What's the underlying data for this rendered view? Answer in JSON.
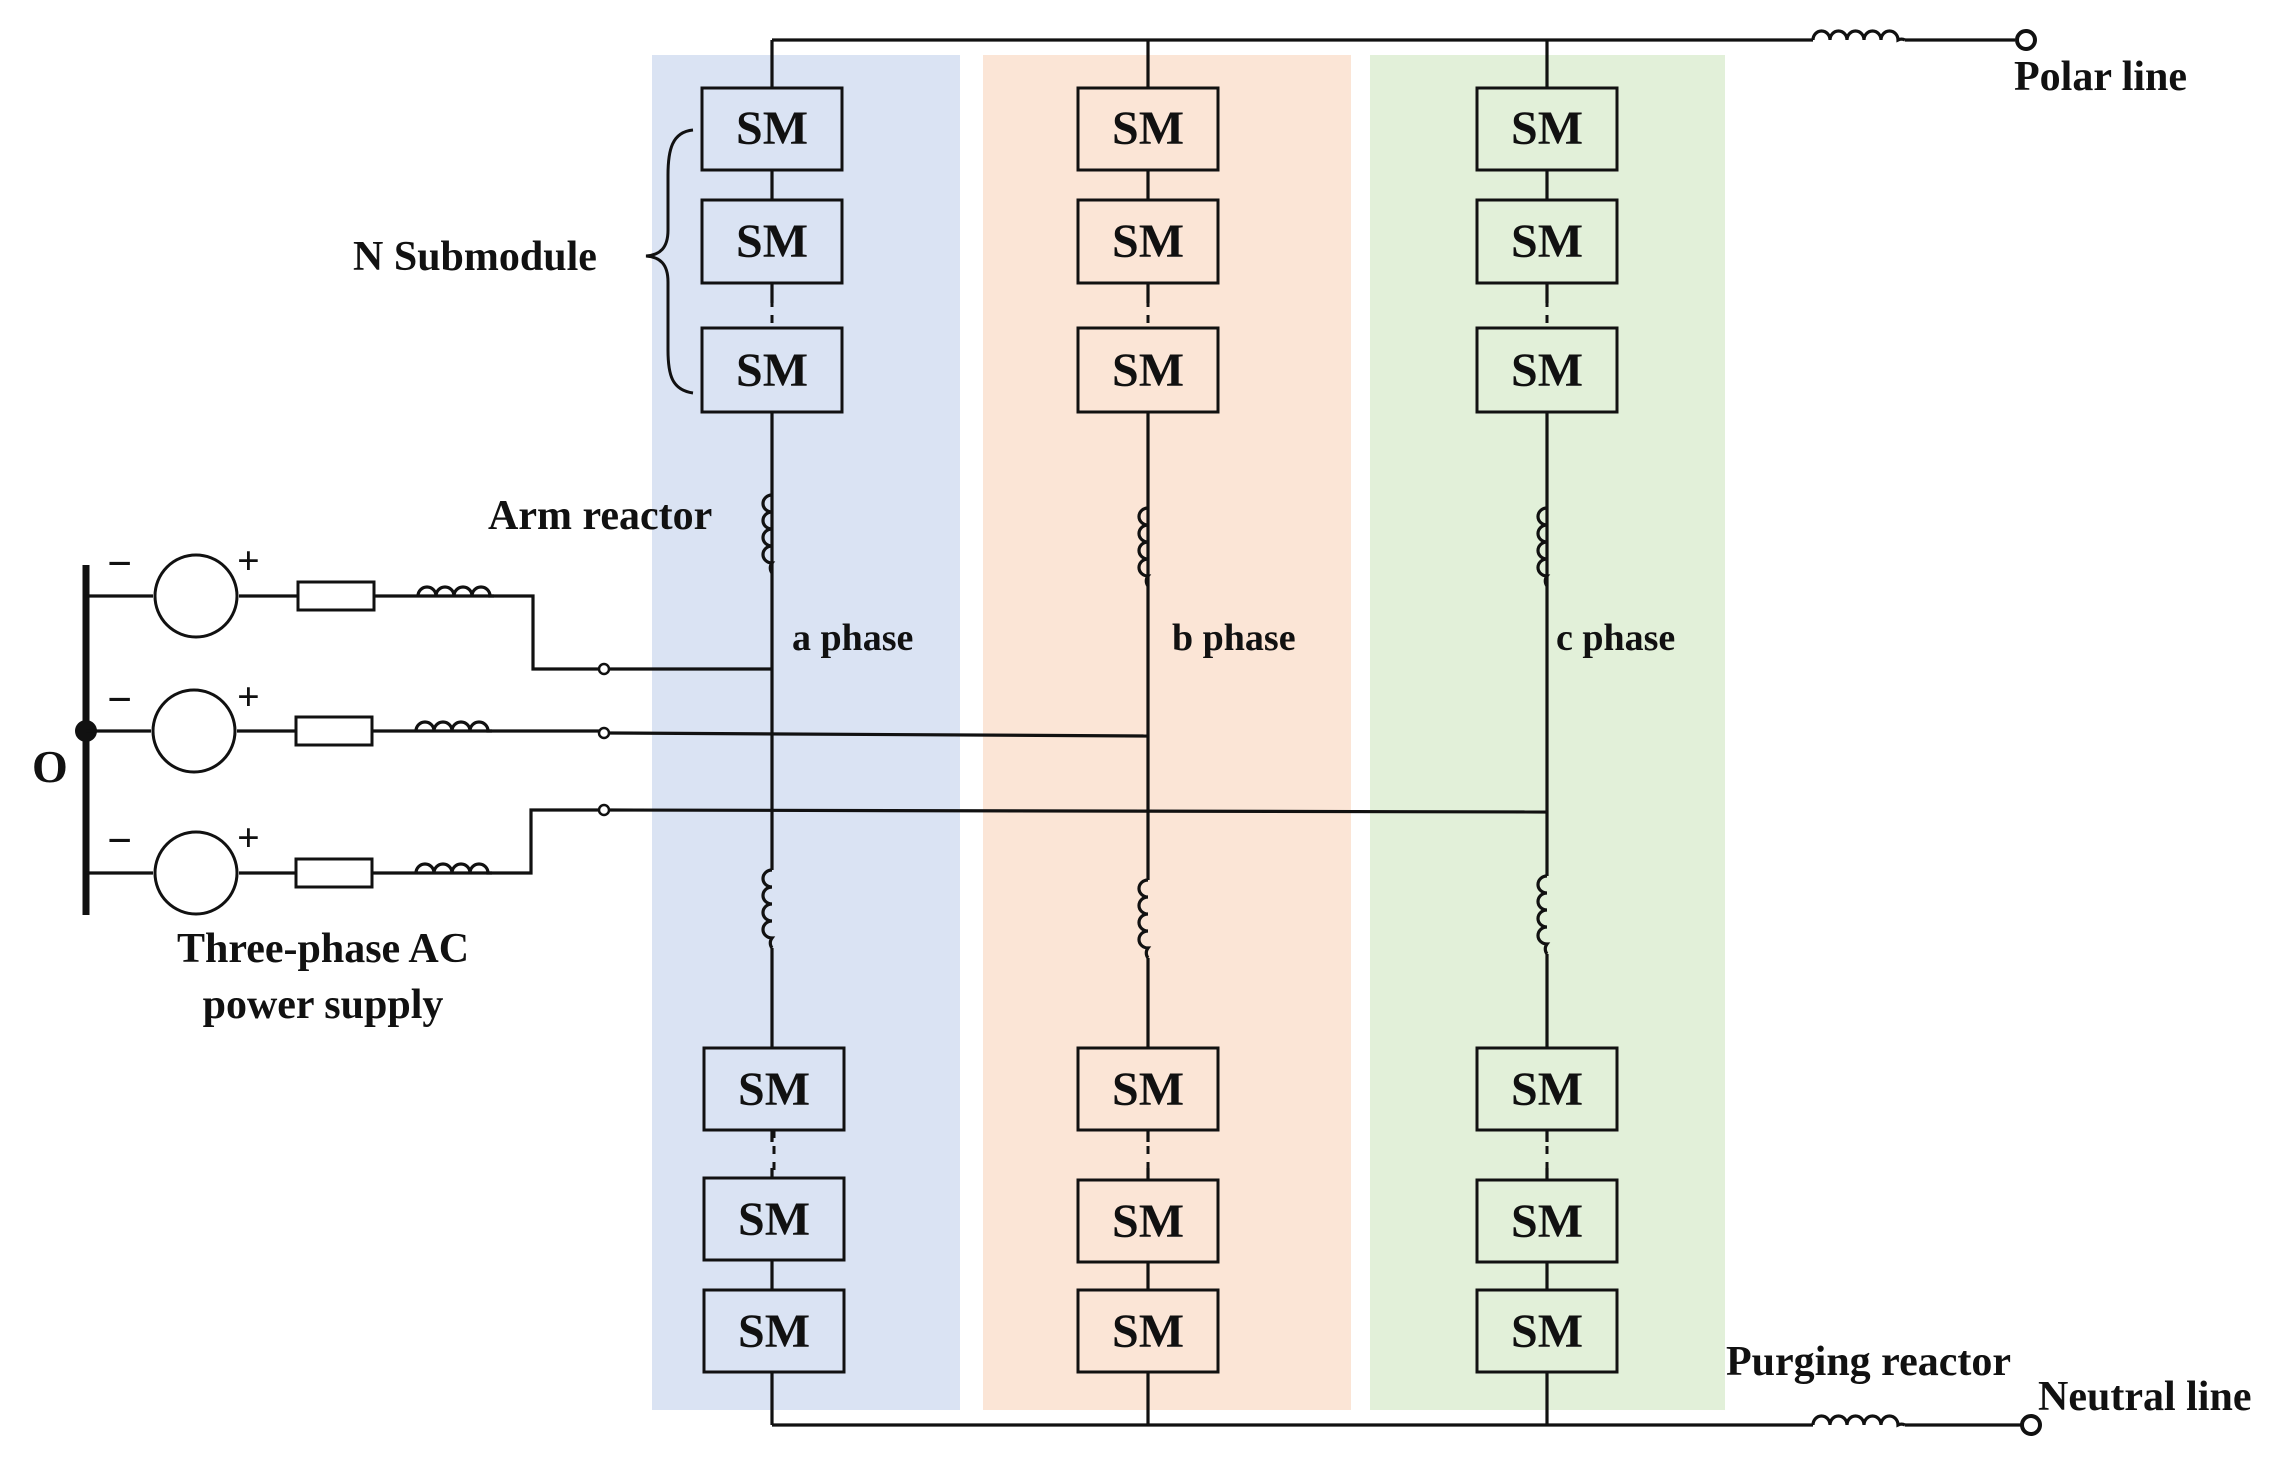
{
  "colors": {
    "phase_a": "#dae3f3",
    "phase_b": "#fbe5d6",
    "phase_c": "#e2f0d9",
    "line": "#111111"
  },
  "submodule_label": "SM",
  "phases": [
    {
      "label": "a phase",
      "color_key": "phase_a"
    },
    {
      "label": "b phase",
      "color_key": "phase_b"
    },
    {
      "label": "c phase",
      "color_key": "phase_c"
    }
  ],
  "labels": {
    "polar_line": "Polar line",
    "neutral_line": "Neutral line",
    "n_submodule": "N Submodule",
    "arm_reactor": "Arm reactor",
    "purging_reactor": "Purging reactor",
    "neutral_point": "O",
    "supply_line1": "Three-phase AC",
    "supply_line2": "power supply",
    "minus": "−",
    "plus": "+"
  }
}
